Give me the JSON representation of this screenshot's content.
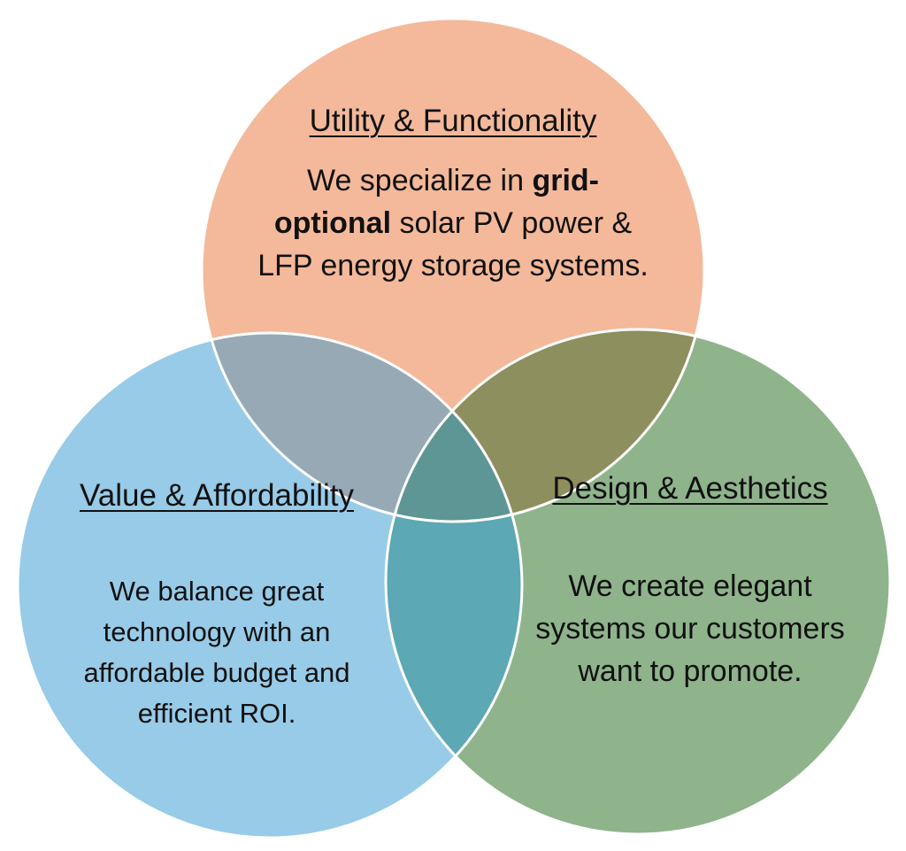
{
  "diagram": {
    "circles": [
      {
        "id": "utility",
        "heading": "Utility & Functionality",
        "description_parts": [
          {
            "text": "We specialize in ",
            "bold": false
          },
          {
            "text": "grid-optional",
            "bold": true
          },
          {
            "text": " solar PV power & LFP energy storage systems.",
            "bold": false
          }
        ],
        "fill": "#F4B99A"
      },
      {
        "id": "value",
        "heading": "Value & Affordability",
        "description_parts": [
          {
            "text": "We balance great technology with an affordable budget and efficient ROI.",
            "bold": false
          }
        ],
        "fill": "#97CBE8"
      },
      {
        "id": "design",
        "heading": "Design & Aesthetics",
        "description_parts": [
          {
            "text": "We create elegant systems our customers want to promote.",
            "bold": false
          }
        ],
        "fill": "#8FB48C"
      }
    ],
    "overlap_colors": {
      "utility_value": "#96A9B5",
      "utility_design": "#8E8F5E",
      "value_design": "#5CA8B4",
      "center": "#5E9595"
    }
  }
}
